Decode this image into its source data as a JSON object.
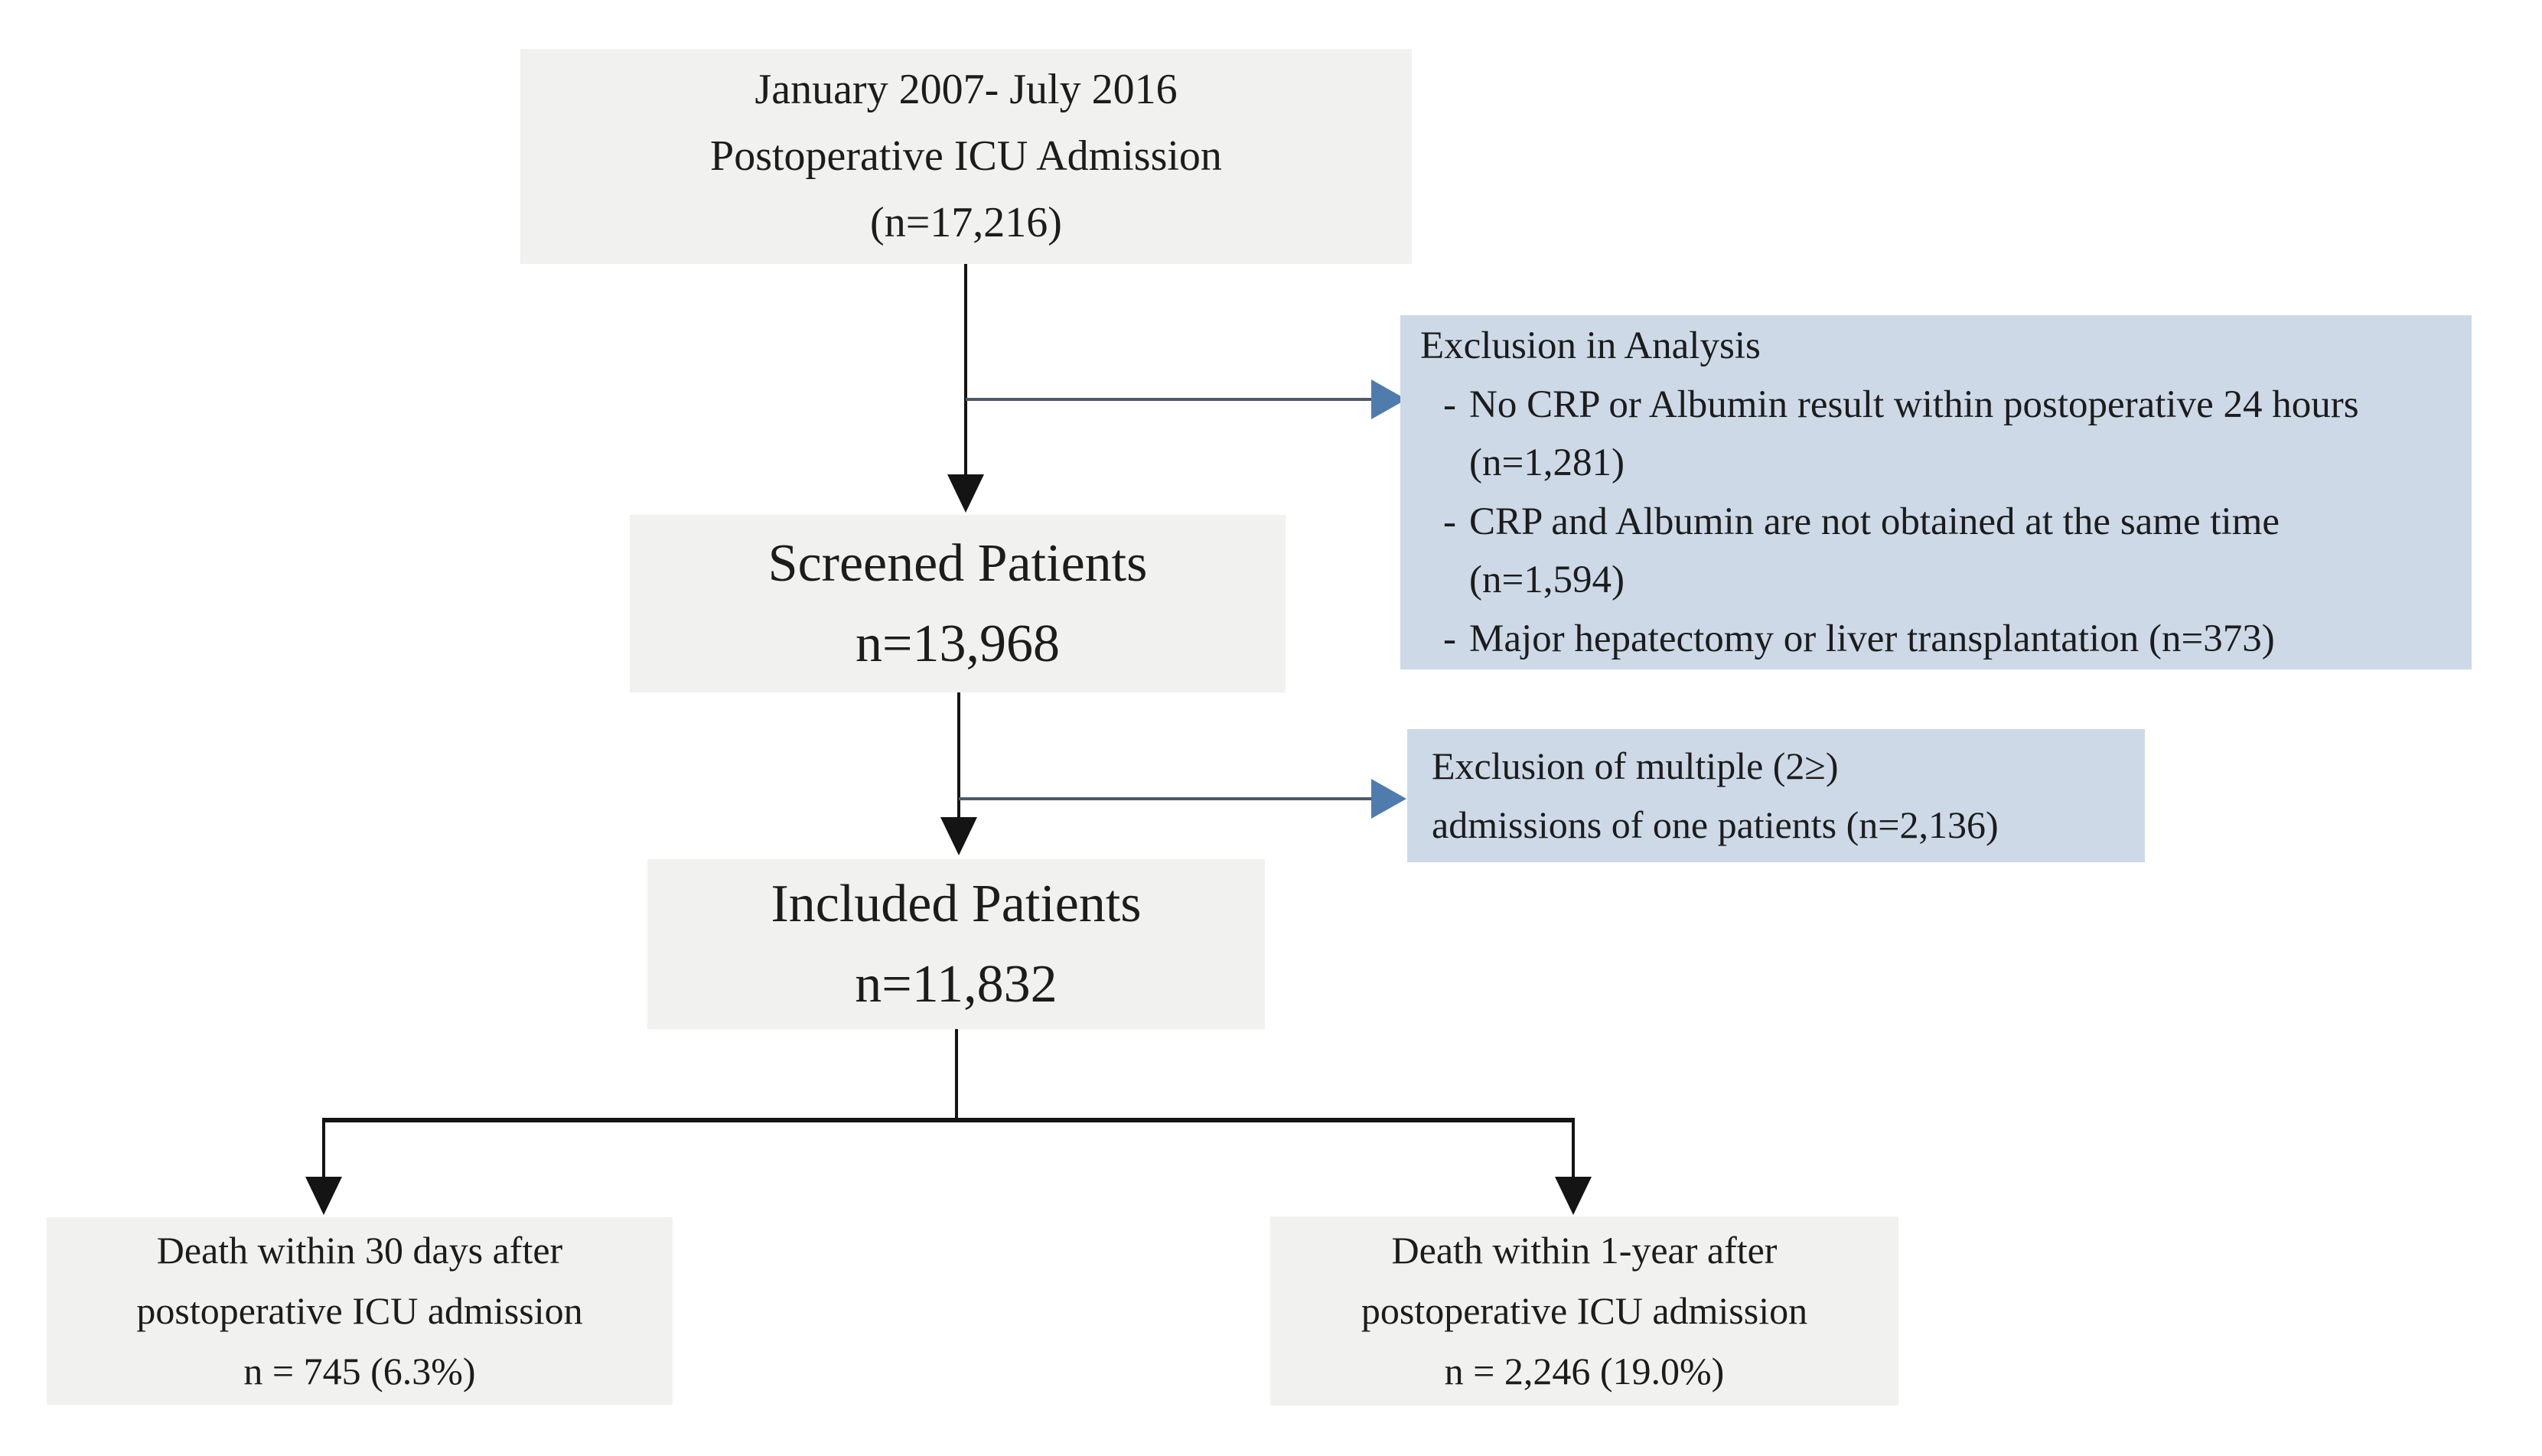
{
  "nodes": {
    "admission": {
      "lines": [
        "January 2007- July 2016",
        "Postoperative ICU Admission",
        "(n=17,216)"
      ]
    },
    "screened": {
      "lines": [
        "Screened Patients",
        "n=13,968"
      ]
    },
    "included": {
      "lines": [
        "Included Patients",
        "n=11,832"
      ]
    },
    "exclusion_analysis": {
      "title": "Exclusion in Analysis",
      "bullet": "-",
      "items": [
        "No CRP or Albumin result within postoperative 24 hours (n=1,281)",
        "CRP and Albumin are not obtained at the same time (n=1,594)",
        "Major hepatectomy or liver transplantation (n=373)"
      ]
    },
    "exclusion_multiple": {
      "lines": [
        "Exclusion of multiple (2≥)",
        "admissions of one patients (n=2,136)"
      ]
    },
    "death_30d": {
      "lines": [
        "Death within 30 days after",
        "postoperative ICU admission",
        "n = 745 (6.3%)"
      ]
    },
    "death_1y": {
      "lines": [
        "Death within 1-year after",
        "postoperative ICU admission",
        "n = 2,246 (19.0%)"
      ]
    }
  },
  "colors": {
    "background": "#ffffff",
    "node_bg": "#f1f1f0",
    "exclusion_bg": "#cdd9e7",
    "text": "#1c1c1c",
    "arrow_black": "#141414",
    "branch_line": "#4d5a66",
    "branch_arrowhead": "#4f7cac"
  }
}
